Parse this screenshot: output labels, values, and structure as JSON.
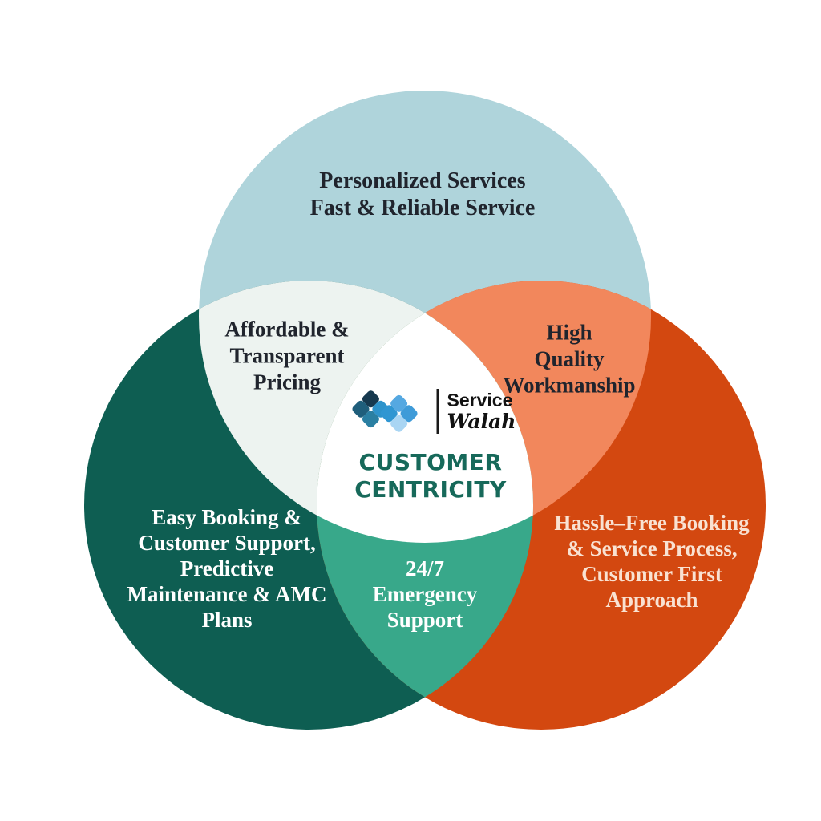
{
  "diagram_type": "venn",
  "colors": {
    "top_circle": "#AFD4DB",
    "left_circle": "#0E5E52",
    "right_circle": "#D34810",
    "top_left_overlap": "#EDF3F0",
    "top_right_overlap": "#F2875C",
    "bottom_overlap": "#38A88A",
    "center_region": "#FFFFFF",
    "dark_text": "#20242D",
    "light_text": "#FFFFFF",
    "peach_text": "#F9E2D2",
    "title_teal": "#17695A"
  },
  "regions": {
    "top": {
      "lines": [
        "Personalized Services",
        "Fast & Reliable Service"
      ]
    },
    "top_left_overlap": {
      "lines": [
        "Affordable &",
        "Transparent",
        "Pricing"
      ]
    },
    "top_right_overlap": {
      "lines": [
        "High",
        "Quality",
        "Workmanship"
      ]
    },
    "left": {
      "lines": [
        "Easy Booking &",
        "Customer Support,",
        "Predictive",
        "Maintenance & AMC",
        "Plans"
      ]
    },
    "bottom_overlap": {
      "lines": [
        "24/7",
        "Emergency",
        "Support"
      ]
    },
    "right": {
      "lines": [
        "Hassle–Free Booking",
        "& Service Process,",
        "Customer First",
        "Approach"
      ]
    }
  },
  "center": {
    "brand": {
      "line1": "Service",
      "line2": "Walah"
    },
    "title": {
      "line1": "CUSTOMER",
      "line2": "CENTRICITY"
    }
  },
  "logo_tiles": {
    "left_diamond": {
      "top": "#16394F",
      "right": "#2D93CB",
      "left": "#1F5E7B",
      "bottom": "#2A7FA2"
    },
    "right_diamond": {
      "top": "#55A8E1",
      "right": "#3F9BD8",
      "left": "#2F96D2",
      "bottom": "#A9D5F3"
    }
  }
}
